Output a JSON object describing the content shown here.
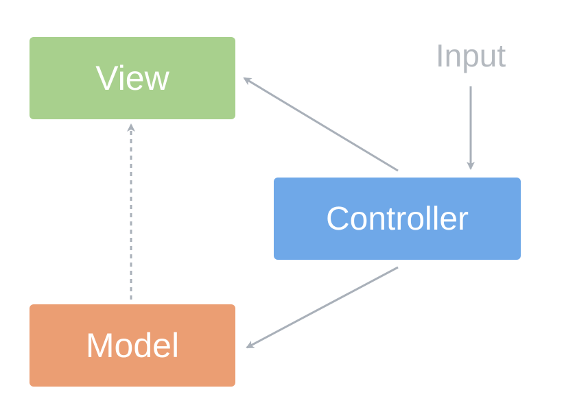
{
  "nodes": {
    "view": {
      "label": "View"
    },
    "controller": {
      "label": "Controller"
    },
    "model": {
      "label": "Model"
    }
  },
  "input_label": "Input",
  "colors": {
    "view": "#a8d08d",
    "controller": "#6fa8e8",
    "model": "#eb9e73",
    "arrow": "#a9b0b9",
    "label": "#b4b9bf"
  },
  "edges": [
    {
      "from": "input",
      "to": "controller",
      "style": "solid"
    },
    {
      "from": "controller",
      "to": "view",
      "style": "solid"
    },
    {
      "from": "controller",
      "to": "model",
      "style": "solid"
    },
    {
      "from": "model",
      "to": "view",
      "style": "dashed"
    }
  ]
}
